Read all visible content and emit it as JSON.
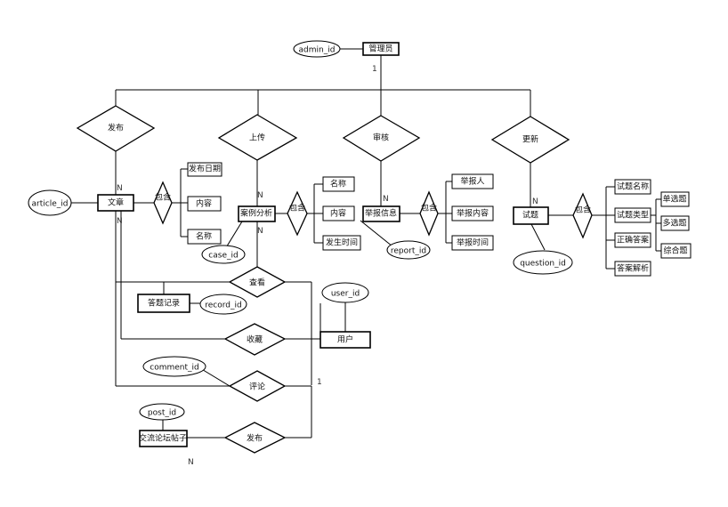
{
  "entities": {
    "admin": "管理员",
    "article": "文章",
    "case": "案例分析",
    "report": "举报信息",
    "question": "试题",
    "answer_record": "答题记录",
    "user": "用户",
    "forum_post": "交流论坛帖子"
  },
  "relationships": {
    "publish_article": "发布",
    "upload_case": "上传",
    "review_report": "审核",
    "update_question": "更新",
    "contain_article": "包含",
    "contain_case": "包含",
    "contain_report": "包含",
    "contain_question": "包含",
    "view": "查看",
    "favorite": "收藏",
    "comment": "评论",
    "publish_post": "发布"
  },
  "keys": {
    "admin_id": "admin_id",
    "article_id": "article_id",
    "case_id": "case_id",
    "report_id": "report_id",
    "question_id": "question_id",
    "record_id": "record_id",
    "user_id": "user_id",
    "comment_id": "comment_id",
    "post_id": "post_id"
  },
  "attributes": {
    "article_publish_date": "发布日期",
    "article_content": "内容",
    "article_name": "名称",
    "case_name": "名称",
    "case_content": "内容",
    "case_time": "发生时间",
    "report_reporter": "举报人",
    "report_content": "举报内容",
    "report_time": "举报时间",
    "question_name": "试题名称",
    "question_type": "试题类型",
    "question_answer": "正确答案",
    "question_analysis": "答案解析",
    "type_single": "单选题",
    "type_multi": "多选题",
    "type_comprehensive": "综合题"
  },
  "cardinalities": {
    "admin_side": "1",
    "article_n1": "N",
    "article_n2": "N",
    "case_n1": "N",
    "case_n2": "N",
    "report_n": "N",
    "question_n": "N",
    "user_side": "1",
    "post_n": "N"
  },
  "colors": {
    "stroke": "#000000",
    "fill": "#ffffff",
    "text": "#111111"
  }
}
